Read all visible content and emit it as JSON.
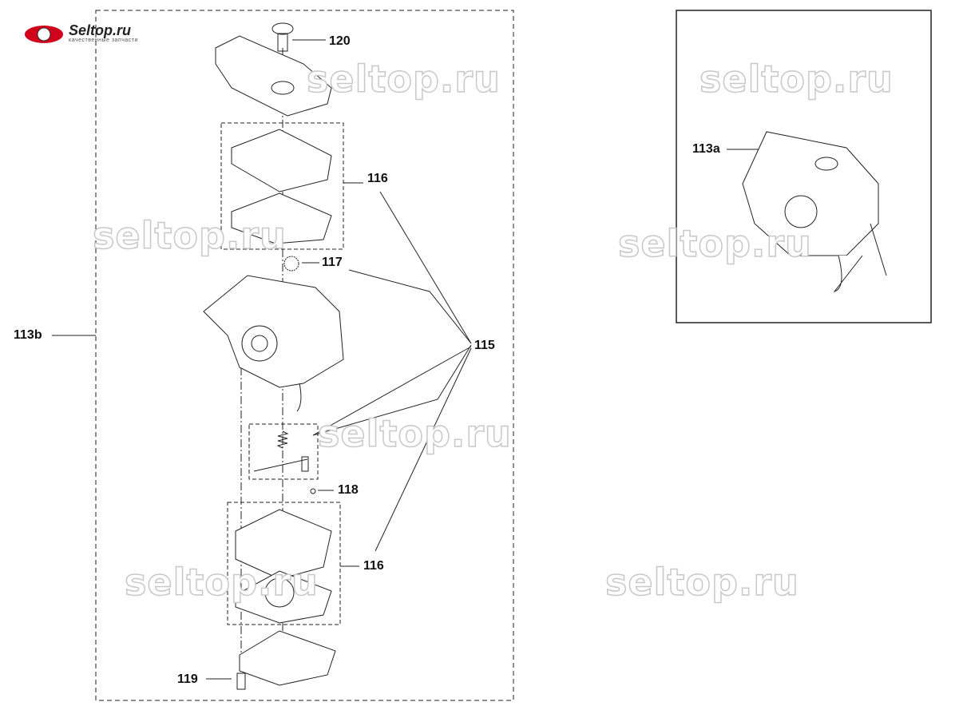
{
  "logo": {
    "name": "Seltop.ru",
    "tagline": "качественные запчасти"
  },
  "watermark": "seltop.ru",
  "callouts": {
    "c120": "120",
    "c116_top": "116",
    "c117": "117",
    "c115": "115",
    "c113b": "113b",
    "c118": "118",
    "c116_bottom": "116",
    "c119": "119",
    "c113a": "113a"
  }
}
